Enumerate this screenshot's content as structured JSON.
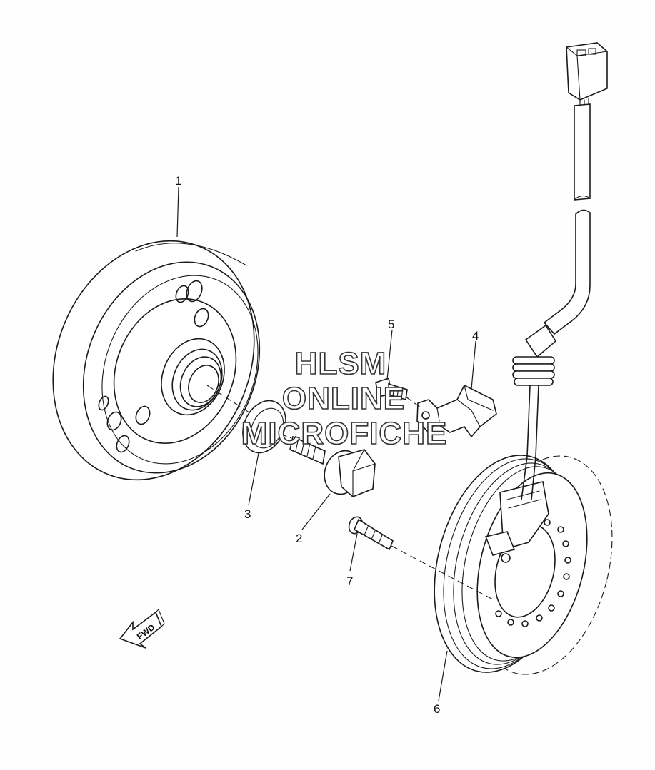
{
  "callouts": {
    "c1": "1",
    "c2": "2",
    "c3": "3",
    "c4": "4",
    "c5": "5",
    "c6": "6",
    "c7": "7"
  },
  "watermark": {
    "line1": "HLSM",
    "line2": "ONLINE",
    "line3": "MICROFICHE"
  },
  "direction_arrow": {
    "label": "FWD"
  }
}
